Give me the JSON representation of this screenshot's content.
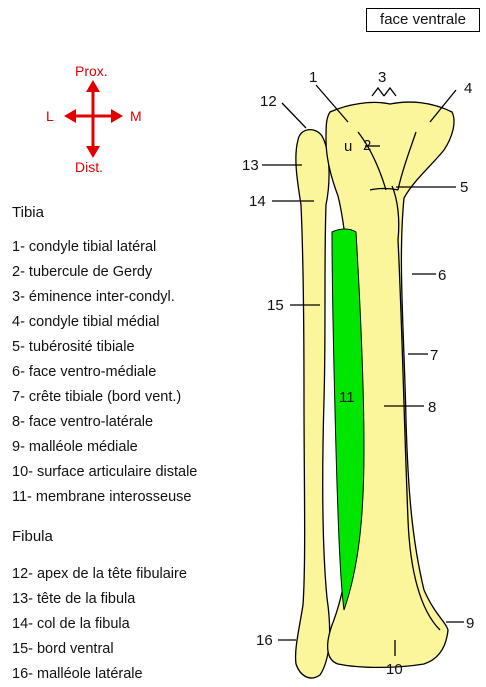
{
  "view_label": "face ventrale",
  "compass": {
    "up": "Prox.",
    "down": "Dist.",
    "left": "L",
    "right": "M"
  },
  "diagram": {
    "numbers": {
      "n1": "1",
      "n2": "2",
      "n3": "3",
      "n4": "4",
      "n5": "5",
      "n6": "6",
      "n7": "7",
      "n8": "8",
      "n9": "9",
      "n10": "10",
      "n11": "11",
      "n12": "12",
      "n13": "13",
      "n14": "14",
      "n15": "15",
      "n16": "16",
      "u": "u"
    },
    "colors": {
      "bone": "#fbf59b",
      "membrane": "#00e600",
      "outline": "#000000",
      "compass": "#e00000"
    }
  },
  "tibia": {
    "heading": "Tibia",
    "items": [
      "1- condyle tibial latéral",
      "2- tubercule de Gerdy",
      "3- éminence inter-condyl.",
      "4- condyle tibial médial",
      "5- tubérosité tibiale",
      "6- face ventro-médiale",
      "7- crête tibiale (bord vent.)",
      "8- face ventro-latérale",
      "9- malléole médiale",
      "10- surface articulaire distale",
      "11- membrane interosseuse"
    ]
  },
  "fibula": {
    "heading": "Fibula",
    "items": [
      "12- apex de la tête fibulaire",
      "13- tête de la fibula",
      "14- col de la fibula",
      "15- bord ventral",
      "16- malléole latérale"
    ]
  }
}
